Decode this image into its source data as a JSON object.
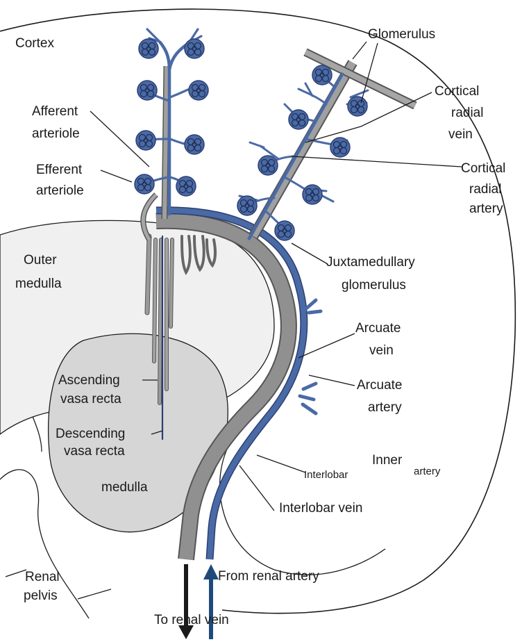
{
  "colors": {
    "artery": "#4a6aa5",
    "artery_edge": "#2c3e73",
    "vein": "#8f8f8f",
    "vein_edge": "#555555",
    "outer_medulla_fill": "#f0f0f0",
    "inner_medulla_fill": "#d6d6d6",
    "glomerulus": "#4a6aa5",
    "arrow_vein": "#1a1a1a",
    "arrow_artery": "#1d4a7a"
  },
  "labels": {
    "cortex": "Cortex",
    "glomerulus": "Glomerulus",
    "afferent_1": "Afferent",
    "afferent_2": "arteriole",
    "efferent_1": "Efferent",
    "efferent_2": "arteriole",
    "crv_1": "Cortical",
    "crv_2": "radial",
    "crv_3": "vein",
    "cra_1": "Cortical",
    "cra_2": "radial",
    "cra_3": "artery",
    "outer_1": "Outer",
    "outer_2": "medulla",
    "jm_1": "Juxtamedullary",
    "jm_2": "glomerulus",
    "arc_vein_1": "Arcuate",
    "arc_vein_2": "vein",
    "arc_art_1": "Arcuate",
    "arc_art_2": "artery",
    "asc_1": "Ascending",
    "asc_2": "vasa recta",
    "desc_1": "Descending",
    "desc_2": "vasa recta",
    "il_art_1": "Interlobar",
    "inner": "Inner",
    "il_art_2": "artery",
    "medulla": "medulla",
    "il_vein": "Interlobar vein",
    "renal_1": "Renal",
    "renal_2": "pelvis",
    "from_artery": "From renal artery",
    "to_vein": "To renal vein"
  }
}
